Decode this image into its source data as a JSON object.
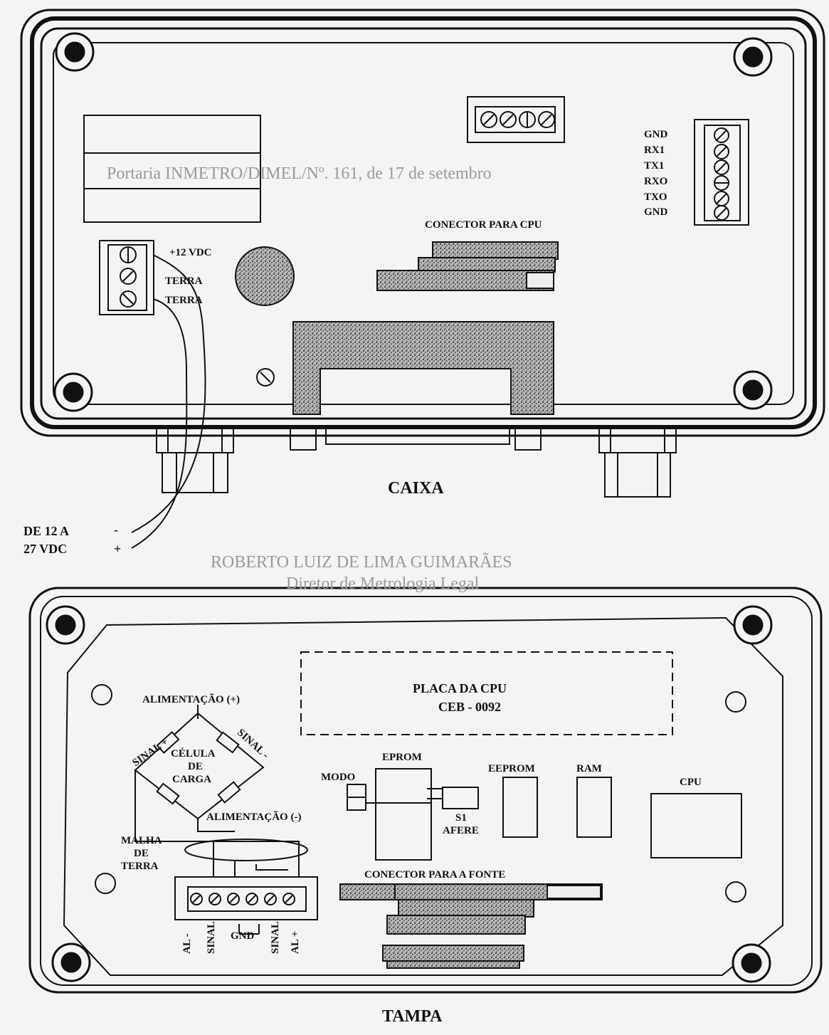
{
  "caixa": {
    "title": "CAIXA",
    "serial_labels": [
      "GND",
      "RX1",
      "TX1",
      "RXO",
      "TXO",
      "GND"
    ],
    "power_labels": [
      "+12 VDC",
      "TERRA",
      "TERRA"
    ],
    "cpu_connector": "CONECTOR PARA CPU",
    "supply_line1": "DE 12 A",
    "supply_line2": "27 VDC",
    "supply_minus": "-",
    "supply_plus": "+"
  },
  "tampa": {
    "title": "TAMPA",
    "cpu_board_line1": "PLACA DA CPU",
    "cpu_board_line2": "CEB - 0092",
    "alim_plus": "ALIMENTAÇÃO (+)",
    "alim_minus": "ALIMENTAÇÃO (-)",
    "sinal_plus": "SINAL +",
    "sinal_minus": "SINAL -",
    "cell_line1": "CÉLULA",
    "cell_line2": "DE",
    "cell_line3": "CARGA",
    "mesh_line1": "MALHA",
    "mesh_line2": "DE",
    "mesh_line3": "TERRA",
    "eprom": "EPROM",
    "modo": "MODO",
    "s1": "S1",
    "afere": "AFERE",
    "eeprom": "EEPROM",
    "ram": "RAM",
    "cpu": "CPU",
    "power_connector": "CONECTOR PARA A FONTE",
    "terminals": [
      "AL -",
      "SINAL",
      "GND",
      "SINAL",
      "AL +"
    ]
  },
  "background_text": {
    "line1": "Portaria INMETRO/DIMEL/Nº. 161, de 17 de setembro",
    "line2": "ROBERTO LUIZ DE LIMA GUIMARÃES",
    "line3": "Diretor de Metrologia Legal"
  },
  "colors": {
    "ink": "#111111",
    "paper": "#f4f4f4",
    "stipple": "#8a8a8a"
  }
}
